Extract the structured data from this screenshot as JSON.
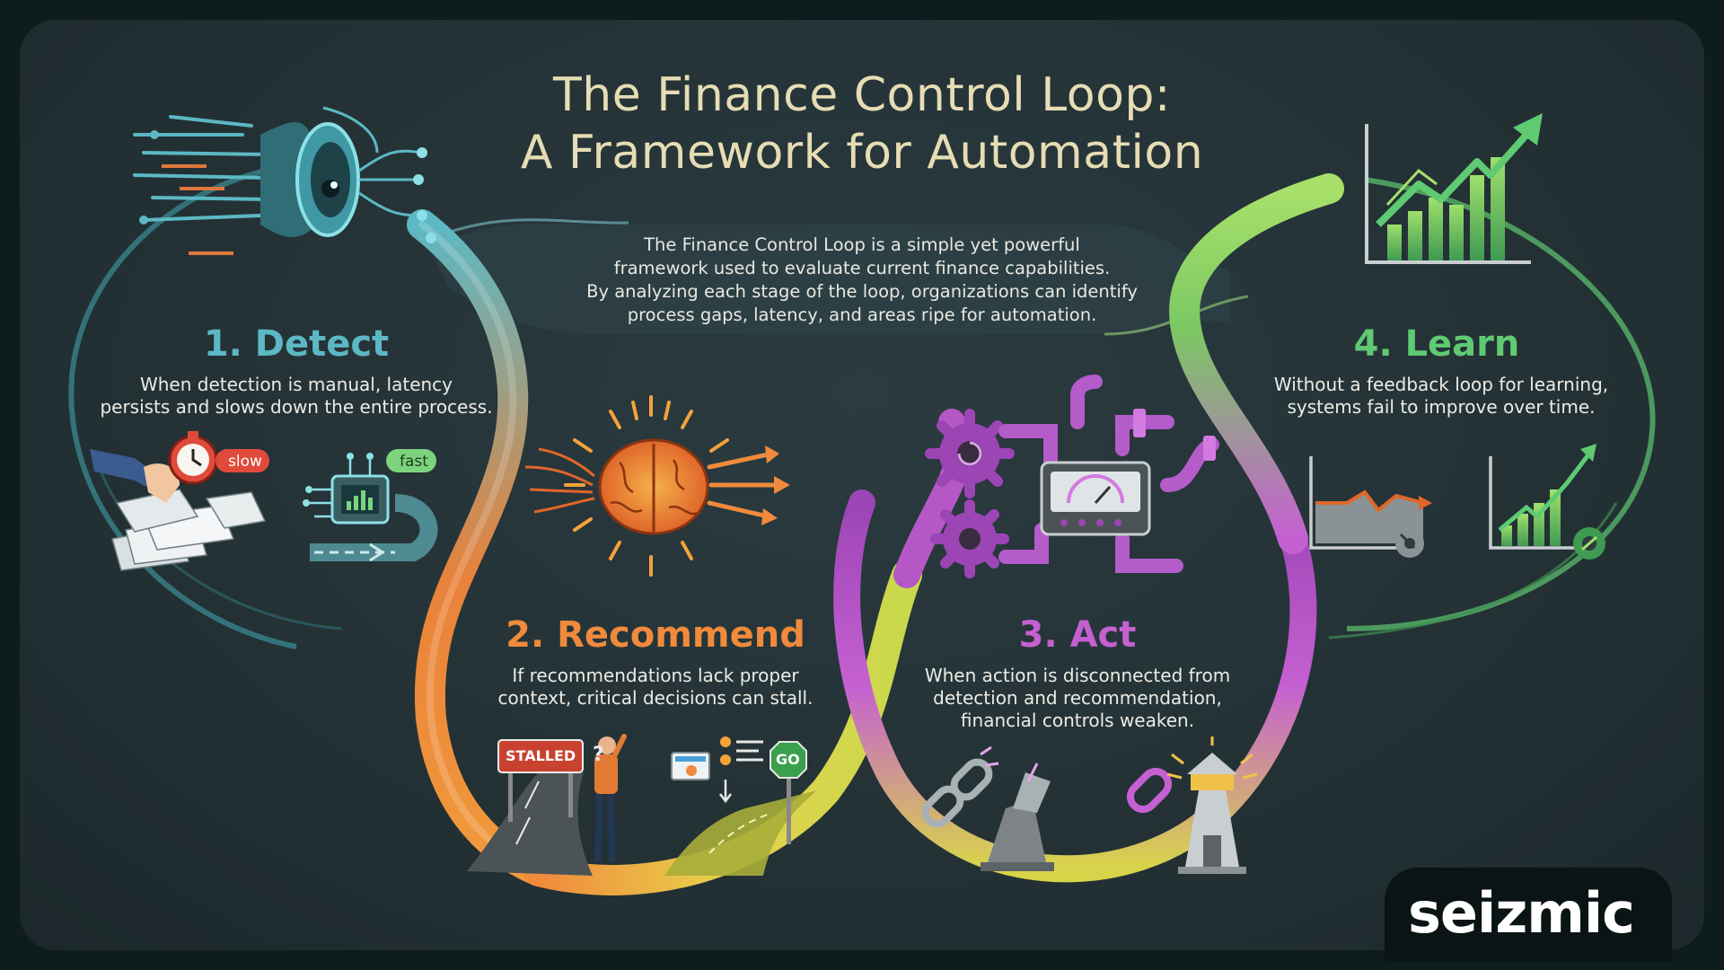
{
  "title": {
    "line1": "The Finance Control Loop:",
    "line2": "A Framework for Automation"
  },
  "intro": {
    "line1": "The Finance Control Loop is a simple yet powerful",
    "line2": "framework used to evaluate current finance capabilities.",
    "line3": "By analyzing each stage of the loop, organizations can identify",
    "line4": "process gaps, latency, and areas ripe for automation."
  },
  "stages": [
    {
      "title": "1. Detect",
      "desc1": "When detection is manual, latency",
      "desc2": "persists and slows down the entire process.",
      "tag_slow": "slow",
      "tag_fast": "fast",
      "color": "#5cb8c4"
    },
    {
      "title": "2. Recommend",
      "desc1": "If recommendations lack proper",
      "desc2": "context, critical decisions can stall.",
      "sign_stalled": "STALLED",
      "question": "?",
      "sign_go": "GO",
      "color": "#f08a3c"
    },
    {
      "title": "3. Act",
      "desc1": "When action is disconnected from",
      "desc2": "detection and recommendation,",
      "desc3": "financial controls weaken.",
      "color": "#c560d2"
    },
    {
      "title": "4. Learn",
      "desc1": "Without a feedback loop for learning,",
      "desc2": "systems fail to improve over time.",
      "color": "#5fca72"
    }
  ],
  "logo": {
    "text": "seizmic"
  },
  "icons": [
    "eye-funnel-icon",
    "slow-manual-paperwork-icon",
    "fast-automation-icon",
    "brain-idea-icon",
    "stalled-road-icon",
    "go-road-icon",
    "gears-pipes-gauge-icon",
    "broken-chain-icon",
    "connected-chain-icon",
    "growth-chart-icon",
    "declining-chart-icon",
    "improving-chart-icon"
  ]
}
